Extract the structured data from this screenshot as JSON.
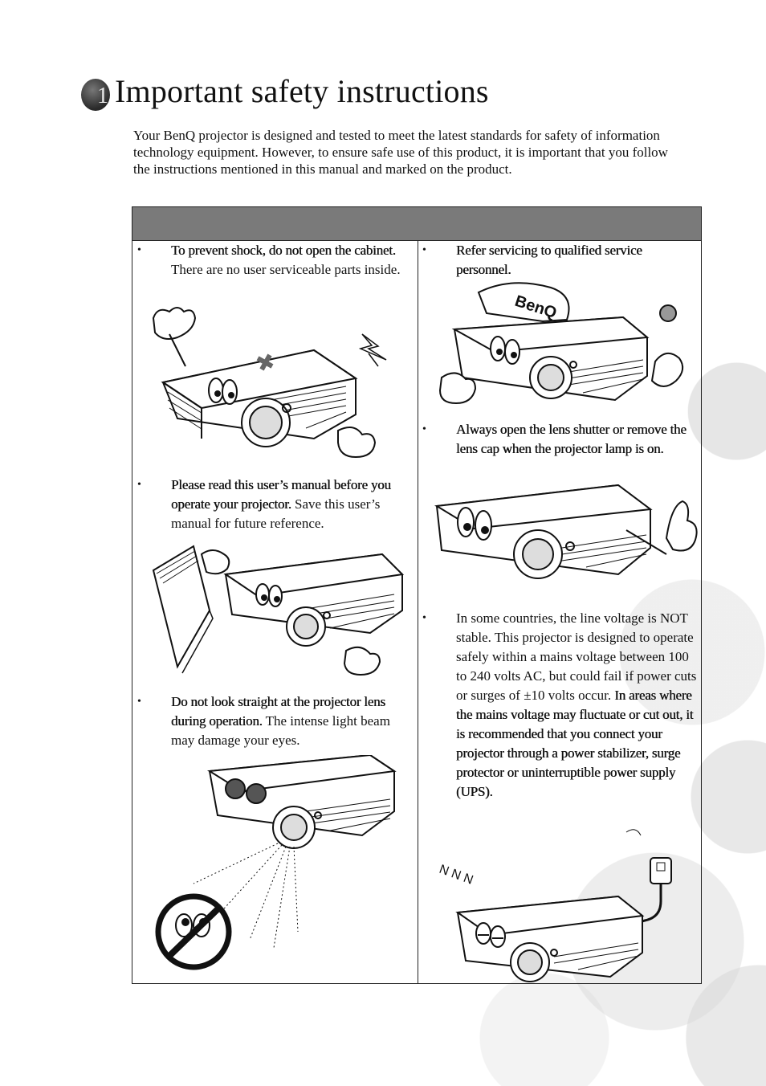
{
  "chapter": {
    "number": "1",
    "title": "Important safety instructions"
  },
  "intro": "Your BenQ projector is designed and tested to meet the latest standards for safety of information technology equipment. However, to ensure safe use of this product, it is important that you follow the instructions mentioned in this manual and marked on the product.",
  "left_column": [
    {
      "bold": "To prevent shock, do not open the cabinet.",
      "normal": " There are no user serviceable parts inside."
    },
    {
      "bold": "Please read this user’s manual before you operate your projector.",
      "normal": " Save this user’s manual for future reference."
    },
    {
      "bold": "Do not look straight at the projector lens during operation.",
      "normal": " The intense light beam may damage your eyes."
    }
  ],
  "right_column": [
    {
      "bold": "Refer servicing to qualified service personnel.",
      "normal": ""
    },
    {
      "bold": "Always open the lens shutter or remove the lens cap when the projector lamp is on.",
      "normal": ""
    },
    {
      "normal_first": "In some countries, the line voltage is NOT stable. This projector is designed to operate safely within a mains voltage between 100 to 240 volts AC, but could fail if power cuts or surges of ±10 volts occur.",
      "bold": " In areas where the mains voltage may fluctuate or cut out, it is recommended that you connect your projector through a power stabilizer, surge protector or uninterruptible power supply (UPS)."
    }
  ],
  "illustrations": {
    "cap_brand": "BenQ",
    "snore": "N N N"
  },
  "bullet": "•"
}
